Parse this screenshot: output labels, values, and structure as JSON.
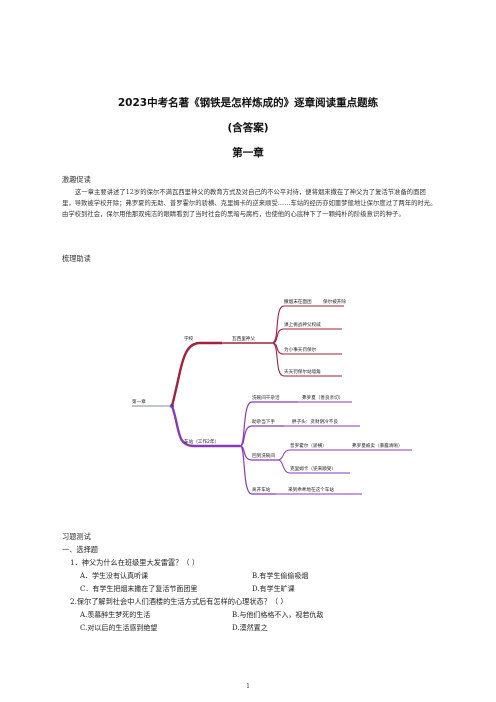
{
  "header": {
    "title": "2023中考名著《钢铁是怎样炼成的》逐章阅读重点题练",
    "subtitle": "(含答案)",
    "chapter": "第一章"
  },
  "intro": {
    "label": "激趣促读",
    "text": "这一章主要讲述了12岁的保尔不满瓦西里神父的教育方式及对自己的不公平对待，便将烟末撒在了神父为了复活节准备的面团里，导致被学校开除；弗罗夏的无助、普罗霍尔的骄横、克里姆卡的逆来顺受……车站的经历亦如噩梦般地让保尔度过了两年的时光。由学校到社会，保尔用他那双纯洁的眼睛看到了当时社会的黑暗与腐朽，也使他的心底种下了一颗纯朴的阶级意识的种子。"
  },
  "mindmap": {
    "label": "梳理助读",
    "root": "第一章",
    "school": {
      "label": "学校",
      "child": "瓦西里神父",
      "items": [
        "撒烟末在面团",
        "保尔被开除",
        "课上挑战神父权威",
        "为小事天罚保尔",
        "天天罚保尔站墙角"
      ]
    },
    "station": {
      "label": "车站（工作2年）",
      "items": [
        "洗碗间干杂活",
        "弗罗夏（善良亲切）",
        "助杂当下手",
        "胖子头：贪财阴冷不良",
        "回到洗碗间",
        "普罗霍尔（骄横）",
        "弗罗夏被卖（暴露清晰）",
        "克里姆卡（逆来顺受）",
        "离开车站",
        "来到乖乖地在这个车站"
      ]
    },
    "colors": {
      "school": "#a3203e",
      "station": "#8a3ab9",
      "root": "#2e6be6"
    }
  },
  "exercise": {
    "label": "习题测试",
    "section": "一、选择题",
    "questions": [
      {
        "q": "1．神父为什么在班级里大发雷霆？（    ）",
        "options": [
          "A．学生没有认真听课",
          "B.有学生偷偷吸烟",
          "C．有学生把烟末撒在了复活节面团里",
          "D.有学生旷课"
        ]
      },
      {
        "q": "2.保尔了解到社会中人们酒楼的生活方式后有怎样的心理状态？（    ）",
        "options": [
          "A.羡慕醉生梦死的生活",
          "B.与他们格格不入，视若仇敌",
          "C.对以后的生活感到绝望",
          "D.漠然置之"
        ]
      }
    ]
  },
  "page_number": "1"
}
